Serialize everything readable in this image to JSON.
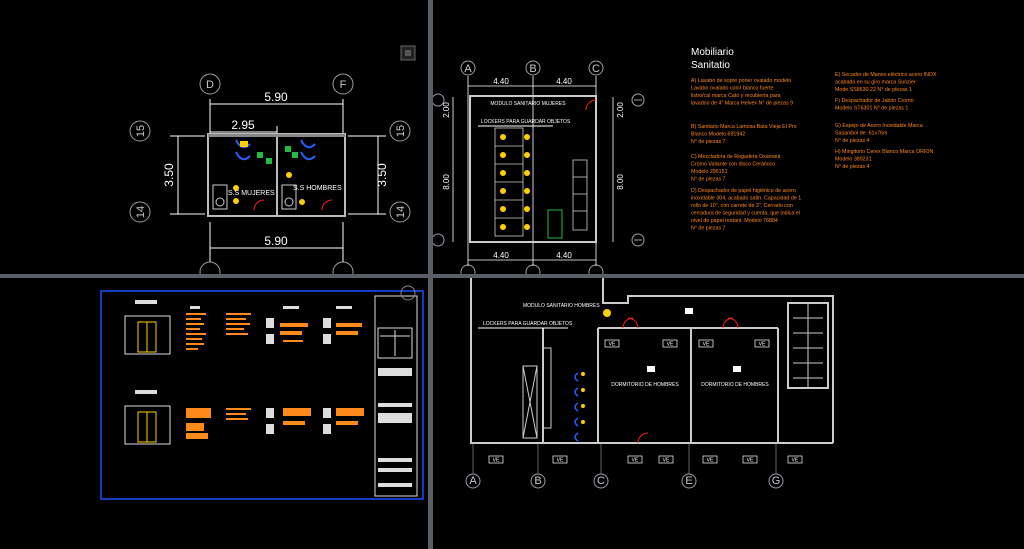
{
  "top_left": {
    "dim_top": "5.90",
    "dim_inner": "2.95",
    "dim_bottom": "5.90",
    "dim_left": "3.50",
    "dim_right": "3.50",
    "grid_d": "D",
    "grid_f": "F",
    "grid_15_left": "15",
    "grid_14_left": "14",
    "grid_15_right": "15",
    "grid_14_right": "14",
    "room_women": "S.S MUJERES",
    "room_men": "S.S HOMBRES"
  },
  "top_right": {
    "grid_a": "A",
    "grid_b": "B",
    "grid_c": "C",
    "dim_top_a": "4.40",
    "dim_top_b": "4.40",
    "dim_bottom_a": "4.40",
    "dim_bottom_b": "4.40",
    "dim_left_top": "2.00",
    "dim_left_main": "8.00",
    "dim_right_top": "2.00",
    "dim_right_main": "8.00",
    "label_model": "MODULO SANITARIO MUJERES",
    "label_lockers": "LOCKERS PARA GUARDAR OBJETOS",
    "legend_title": "Mobiliario",
    "legend_subtitle": "Sanitatio",
    "legend_a": [
      "A) Lavabo de sopre poner ovalado modelo",
      "Lavabo ovalado color blanco fuerte",
      "listro/cal marca Cato y recubierta para",
      "lavadoo de 4\" Marca Helvex N° de piezas 9"
    ],
    "legend_b": [
      "B) Sanitario Marca Lamosa Bata Vieja El Pro",
      "Blanco Modelo 691942",
      "N° de piezas 7"
    ],
    "legend_c": [
      "C) Mezcladora de Regadera Oxamaut",
      "Cromo Valiante con disco Cerámico",
      "Modelo 296151",
      "N° de piezas 7"
    ],
    "legend_d": [
      "D) Despachador de papel higiénico de acero",
      "inoxidable 304, acabado satin. Capacidad de 1",
      "rollo de 10\", con carrete de 3\". Cerrado con",
      "cerradura de seguridad y cuenta, que indica el",
      "nivel de papel restant. Modelo 76884",
      "N° de piezas 7"
    ],
    "legend_e": [
      "E) Secador de Manos eléctrico acero INOX",
      "acabado en su giro marca Sunzier",
      "Mode SS8630.22 N° de piezas 1"
    ],
    "legend_f": [
      "F) Despachador de Jabón Cromo",
      "Modelo ST6301 N° de piezas 1"
    ],
    "legend_g": [
      "G) Espejo de Acero Inoxidable Marca",
      "Sasanibol de .61x76m",
      "N° de piezas 4"
    ],
    "legend_h": [
      "H) Mingitorio Cerex Blanco Marca ORION",
      "Modelo 389231",
      "N° de piezas 4"
    ]
  },
  "bottom_right": {
    "grid_a": "A",
    "grid_b": "B",
    "grid_c": "C",
    "grid_e": "E",
    "grid_g": "G",
    "label_model": "MODULO SANITARIO HOMBRES",
    "label_lockers": "LOCKERS PARA GUARDAR OBJETOS",
    "room_1": "DORMITORIO DE HOMBRES",
    "room_2": "DORMITORIO DE HOMBRES",
    "tag_ve": "VE"
  },
  "colors": {
    "background": "#000000",
    "dimension": "#ffffff",
    "annotation": "#ff8a1c",
    "fixture_blue": "#2a5cff",
    "fixture_yellow": "#ffd000",
    "door_red": "#ff2020",
    "sheet_border": "#1e4fff",
    "viewport_separator": "#5a5f66"
  }
}
